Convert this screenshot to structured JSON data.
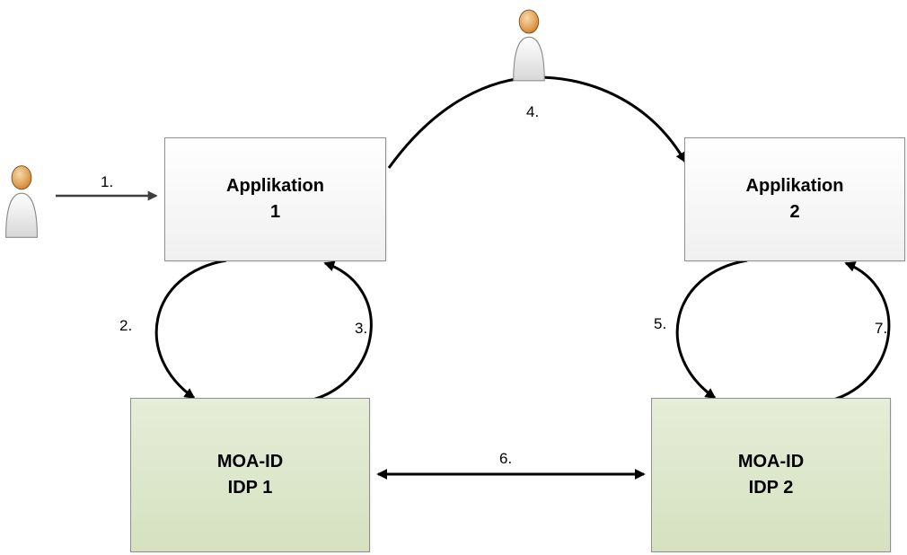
{
  "diagram": {
    "nodes": {
      "app1": {
        "line1": "Applikation",
        "line2": "1"
      },
      "app2": {
        "line1": "Applikation",
        "line2": "2"
      },
      "idp1": {
        "line1": "MOA-ID",
        "line2": "IDP 1"
      },
      "idp2": {
        "line1": "MOA-ID",
        "line2": "IDP 2"
      }
    },
    "labels": {
      "step1": "1.",
      "step2": "2.",
      "step3": "3.",
      "step4": "4.",
      "step5": "5.",
      "step6": "6.",
      "step7": "7."
    },
    "icons": {
      "user_top": "user-icon",
      "user_left": "user-icon"
    },
    "colors": {
      "app_fill_top": "#ffffff",
      "app_fill_bottom": "#f0f0f0",
      "idp_fill_top": "#e6edd8",
      "idp_fill_bottom": "#d5e1bf",
      "border": "#8f8f8f",
      "arrow": "#000000",
      "arrow_gray": "#3f3f3f",
      "text": "#000000"
    }
  }
}
